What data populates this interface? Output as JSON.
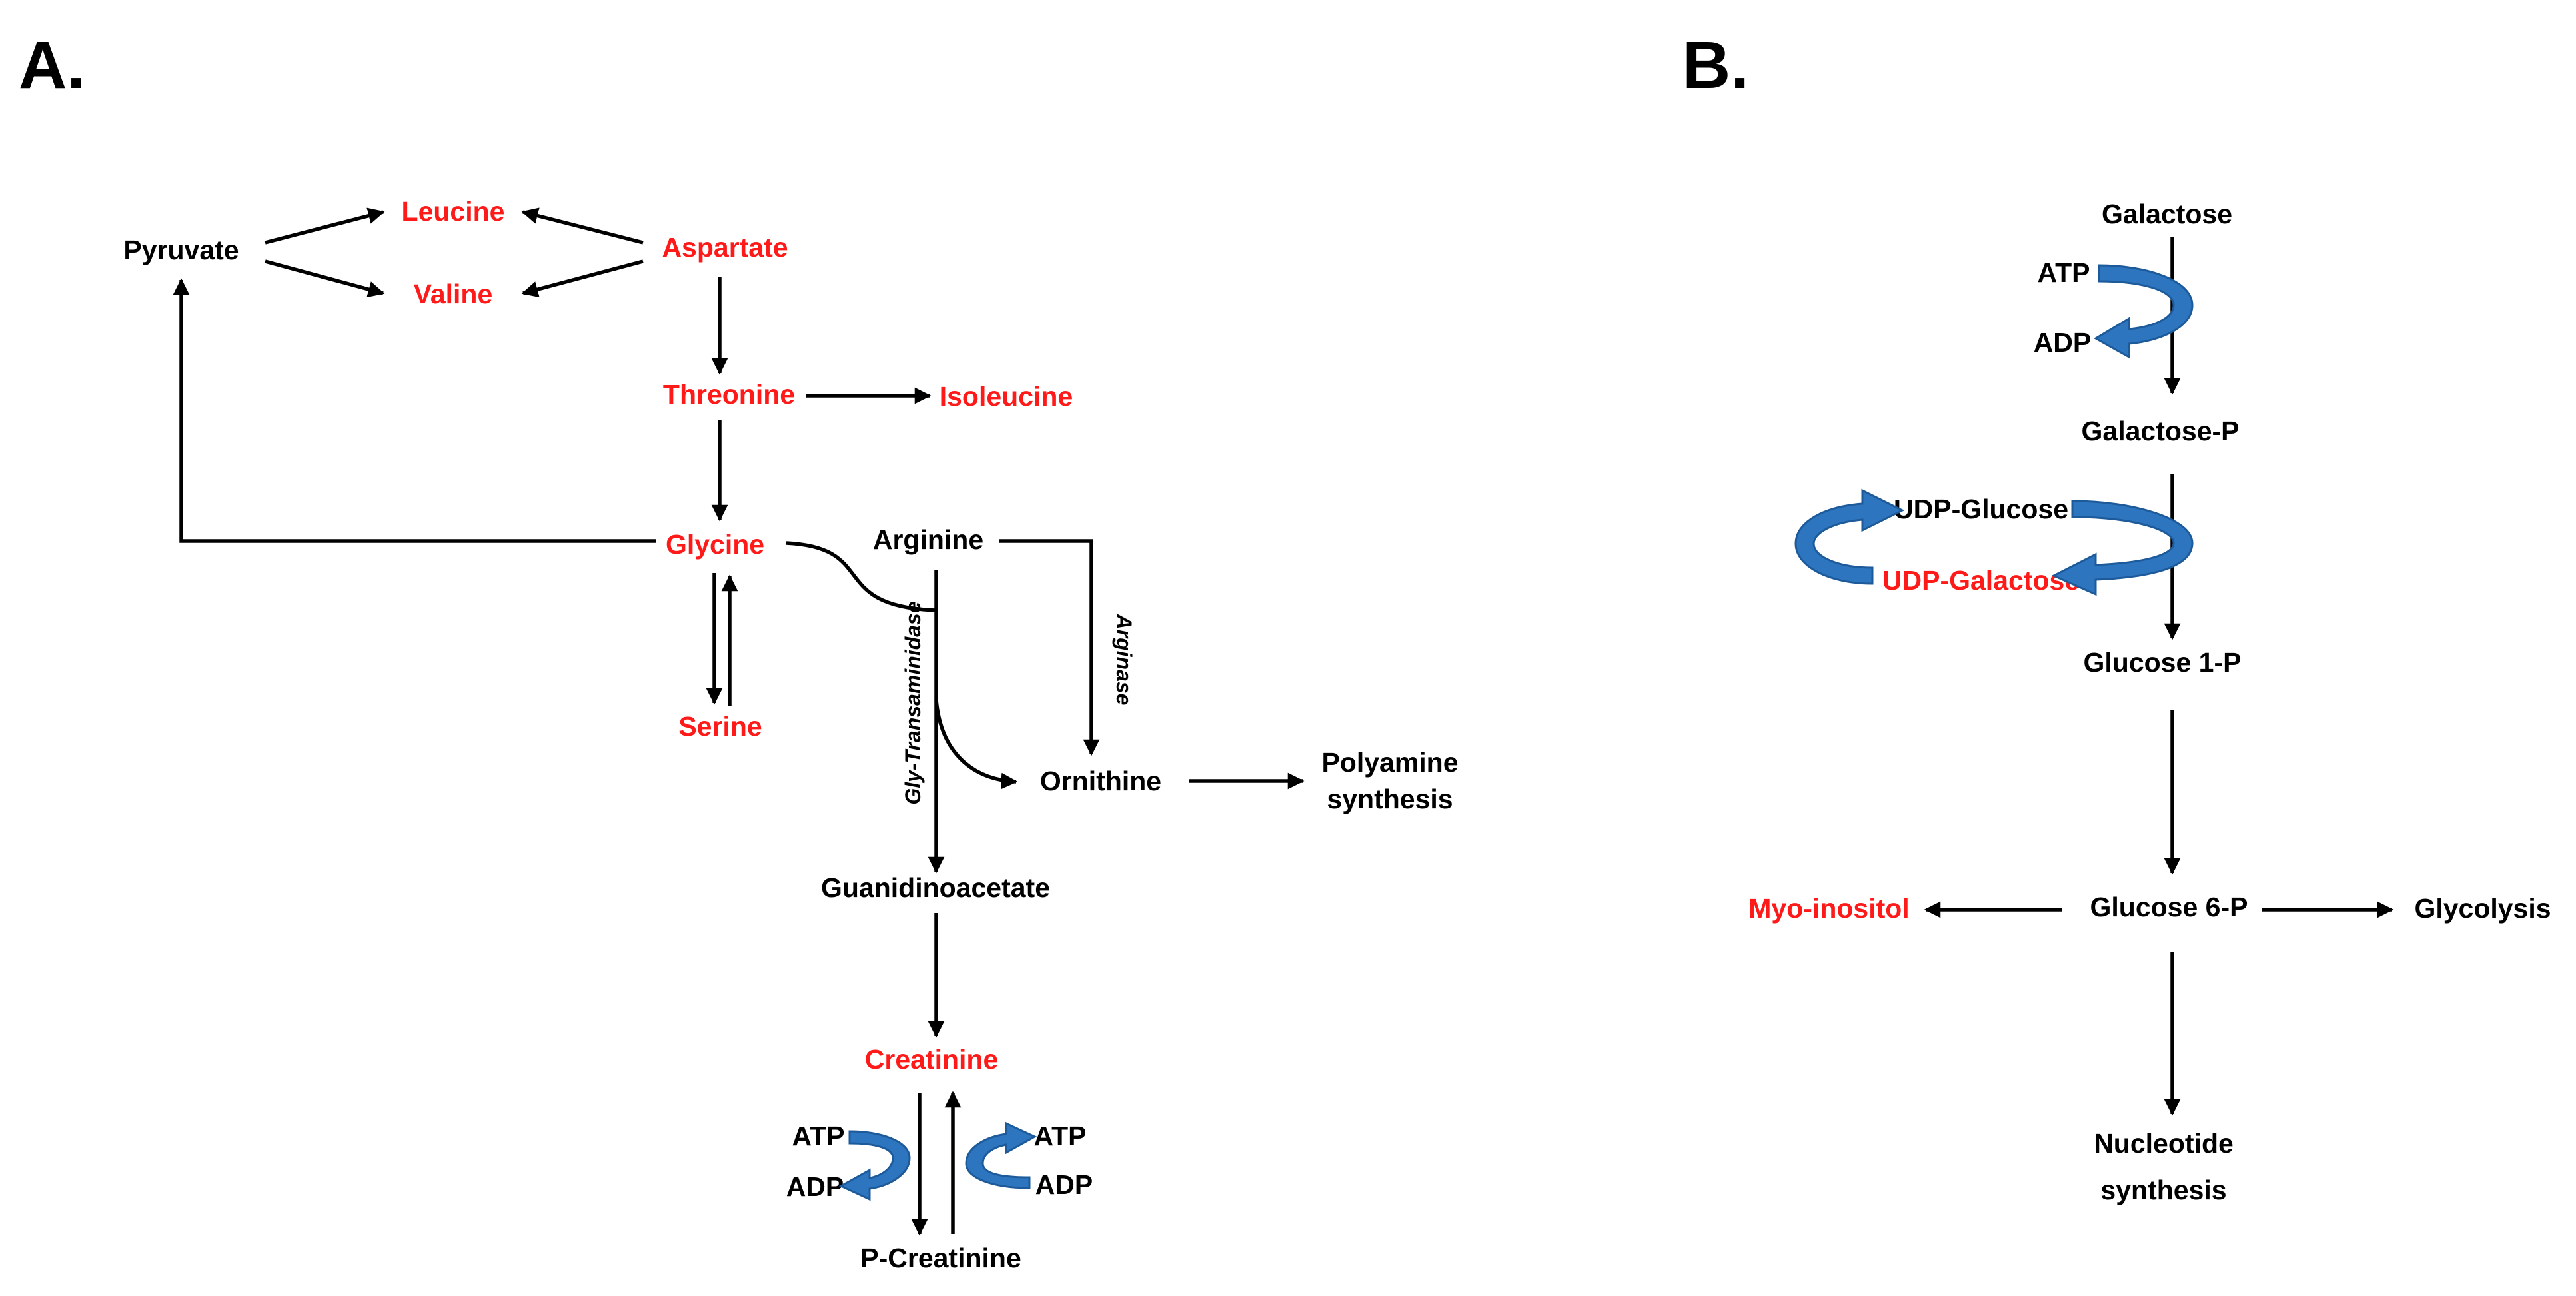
{
  "colors": {
    "highlight": "#ff1a1a",
    "normal": "#000000",
    "cofactor_arrow": "#2e75c0"
  },
  "panelA": {
    "label": "A.",
    "nodes": {
      "pyruvate": {
        "text": "Pyruvate",
        "highlight": false
      },
      "leucine": {
        "text": "Leucine",
        "highlight": true
      },
      "valine": {
        "text": "Valine",
        "highlight": true
      },
      "aspartate": {
        "text": "Aspartate",
        "highlight": true
      },
      "threonine": {
        "text": "Threonine",
        "highlight": true
      },
      "isoleucine": {
        "text": "Isoleucine",
        "highlight": true
      },
      "glycine": {
        "text": "Glycine",
        "highlight": true
      },
      "serine": {
        "text": "Serine",
        "highlight": true
      },
      "arginine": {
        "text": "Arginine",
        "highlight": false
      },
      "ornithine": {
        "text": "Ornithine",
        "highlight": false
      },
      "polyamine_1": {
        "text": "Polyamine",
        "highlight": false
      },
      "polyamine_2": {
        "text": "synthesis",
        "highlight": false
      },
      "guanidinoacetate": {
        "text": "Guanidinoacetate",
        "highlight": false
      },
      "creatinine": {
        "text": "Creatinine",
        "highlight": true
      },
      "p_creatinine": {
        "text": "P-Creatinine",
        "highlight": false
      },
      "atp_left": {
        "text": "ATP",
        "highlight": false
      },
      "adp_left": {
        "text": "ADP",
        "highlight": false
      },
      "atp_right": {
        "text": "ATP",
        "highlight": false
      },
      "adp_right": {
        "text": "ADP",
        "highlight": false
      }
    },
    "enzymes": {
      "arginase": "Arginase",
      "gly_transaminidase": "Gly-Transaminidase"
    }
  },
  "panelB": {
    "label": "B.",
    "nodes": {
      "galactose": {
        "text": "Galactose",
        "highlight": false
      },
      "atp": {
        "text": "ATP",
        "highlight": false
      },
      "adp": {
        "text": "ADP",
        "highlight": false
      },
      "galactose_p": {
        "text": "Galactose-P",
        "highlight": false
      },
      "udp_glucose": {
        "text": "UDP-Glucose",
        "highlight": false
      },
      "udp_galactose": {
        "text": "UDP-Galactose",
        "highlight": true
      },
      "glucose_1p": {
        "text": "Glucose 1-P",
        "highlight": false
      },
      "glucose_6p": {
        "text": "Glucose 6-P",
        "highlight": false
      },
      "myo_inositol": {
        "text": "Myo-inositol",
        "highlight": true
      },
      "glycolysis": {
        "text": "Glycolysis",
        "highlight": false
      },
      "nucleotide_1": {
        "text": "Nucleotide",
        "highlight": false
      },
      "nucleotide_2": {
        "text": "synthesis",
        "highlight": false
      }
    }
  }
}
